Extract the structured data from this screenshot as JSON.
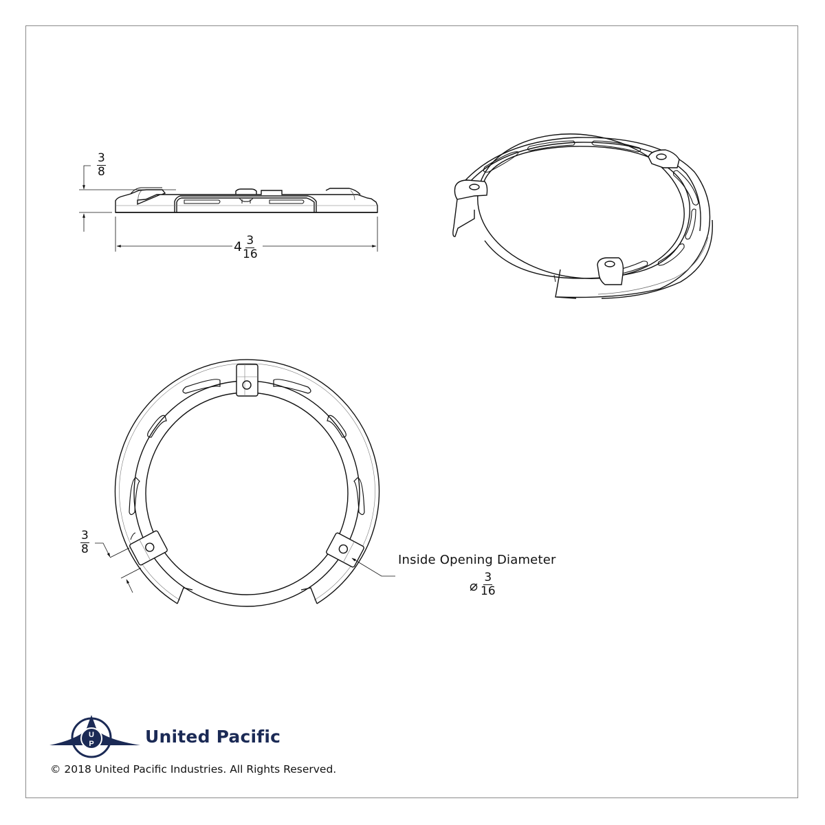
{
  "side_view": {
    "height_dim": {
      "numerator": "3",
      "denominator": "8"
    },
    "width_dim": {
      "whole": "4",
      "numerator": "3",
      "denominator": "16"
    }
  },
  "front_view": {
    "thickness_dim": {
      "numerator": "3",
      "denominator": "8"
    },
    "callout": {
      "label": "Inside Opening Diameter",
      "symbol": "⌀",
      "numerator": "3",
      "denominator": "16"
    }
  },
  "isometric_view": {},
  "footer": {
    "brand_name": "United Pacific",
    "logo_icon": "united-pacific-logo",
    "copyright": "© 2018 United Pacific Industries. All Rights Reserved."
  },
  "colors": {
    "brand": "#1b2a55",
    "line": "#111111",
    "frame": "#8a8a8a"
  }
}
